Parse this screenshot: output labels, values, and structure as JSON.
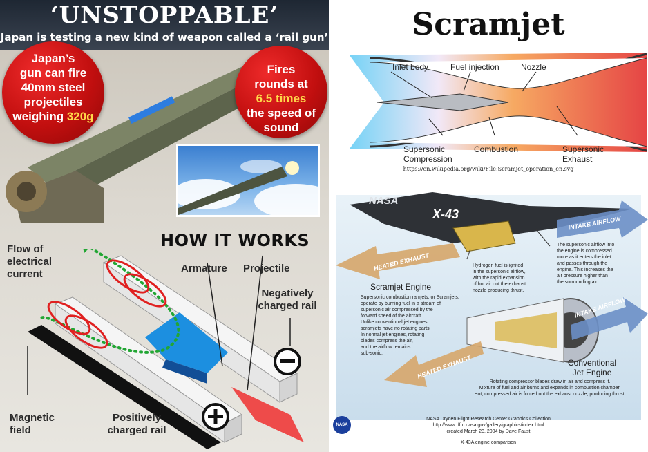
{
  "left": {
    "title": "‘UNSTOPPABLE’",
    "subtitle": "Japan is testing a new kind of weapon called a ‘rail gun’",
    "bubble1": {
      "line1": "Japan’s",
      "line2": "gun can fire",
      "line3": "40mm steel",
      "line4": "projectiles",
      "line5_a": "weighing ",
      "line5_b": "320g"
    },
    "bubble2": {
      "line1": "Fires",
      "line2": "rounds at",
      "line3": "6.5 times",
      "line4": "the speed of",
      "line5": "sound"
    },
    "how_it_works": "HOW IT WORKS",
    "labels": {
      "flow_1": "Flow of",
      "flow_2": "electrical",
      "flow_3": "current",
      "armature": "Armature",
      "projectile": "Projectile",
      "neg_1": "Negatively",
      "neg_2": "charged rail",
      "magnetic_1": "Magnetic",
      "magnetic_2": "field",
      "pos_1": "Positively",
      "pos_2": "charged rail"
    },
    "colors": {
      "bubble": "#c20f0f",
      "highlight": "#ffd84a",
      "current": "#22a634",
      "field": "#e02020",
      "armature": "#1c8fe0"
    }
  },
  "scramjet": {
    "title": "Scramjet",
    "labels": {
      "inlet_body": "Inlet body",
      "fuel_injection": "Fuel injection",
      "nozzle": "Nozzle",
      "supersonic_compression_1": "Supersonic",
      "supersonic_compression_2": "Compression",
      "combustion": "Combustion",
      "supersonic_exhaust_1": "Supersonic",
      "supersonic_exhaust_2": "Exhaust"
    },
    "url": "https://en.wikipedia.org/wiki/File:Scramjet_operation_en.svg"
  },
  "nasa": {
    "aircraft_nasa": "NASA",
    "aircraft_name": "X-43",
    "intake_airflow_top": "INTAKE AIRFLOW",
    "heated_exhaust_top": "HEATED EXHAUST",
    "supersonic_note": [
      "The supersonic airflow into",
      "the engine is compressed",
      "more as it enters the inlet",
      "and passes through the",
      "engine. This increases the",
      "air pressure higher than",
      "the surrounding air."
    ],
    "hydrogen_note": [
      "Hydrogen fuel is ignited",
      "in the supersonic airflow,",
      "with the rapid expansion",
      "of hot air out the exhaust",
      "nozzle producing thrust."
    ],
    "scramjet_heading": "Scramjet Engine",
    "scramjet_desc": [
      "Supersonic combustion ramjets, or Scramjets,",
      "operate by burning fuel in a stream of",
      "supersonic air compressed by the",
      "forward speed of the aircraft.",
      "Unlike conventional jet engines,",
      "scramjets have no rotating parts.",
      "In normal jet engines, rotating",
      "blades compress the air,",
      "and the airflow remains",
      "sub-sonic."
    ],
    "intake_airflow_bottom": "INTAKE AIRFLOW",
    "heated_exhaust_bottom": "HEATED EXHAUST",
    "conventional_1": "Conventional",
    "conventional_2": "Jet Engine",
    "conventional_desc": [
      "Rotating compressor blades draw in air and compress it.",
      "Mixture of fuel and air burns and expands in combustion chamber.",
      "Hot, compressed air is forced out the exhaust nozzle, producing thrust."
    ],
    "credit": [
      "NASA Dryden Flight Research Center Graphics Collection",
      "http://www.dfrc.nasa.gov/gallery/graphics/index.html",
      "created March 23, 2004    by Dave Faust"
    ],
    "caption": "X-43A engine comparison",
    "logo_text": "NASA"
  }
}
